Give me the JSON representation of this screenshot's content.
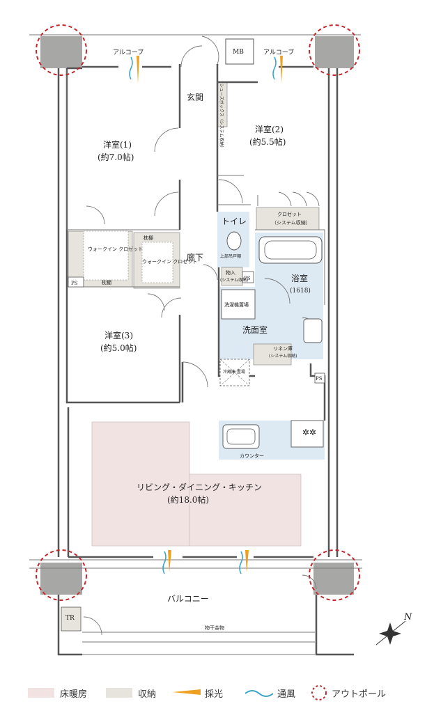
{
  "rooms": {
    "alcove_left": "アルコーブ",
    "alcove_right": "アルコーブ",
    "mb": "MB",
    "genkan": "玄関",
    "shoes_box": "シューズボックス（システム収納）",
    "western1_name": "洋室(1)",
    "western1_size": "(約7.0帖)",
    "western2_name": "洋室(2)",
    "western2_size": "(約5.5帖)",
    "western3_name": "洋室(3)",
    "western3_size": "(約5.0帖)",
    "wic1": "ウォークイン\nクロゼット",
    "wic2": "ウォークイン\nクロゼット",
    "shelf": "枕棚",
    "closet": "クロゼット",
    "closet_sys": "（システム収納）",
    "toilet": "トイレ",
    "upper_storage": "上部吊戸棚",
    "storage": "物入",
    "storage_sys": "(システム収納)",
    "ps": "PS",
    "corridor": "廊下",
    "bath": "浴室",
    "bath_size": "(1618)",
    "washer": "洗濯機置場",
    "washroom": "洗面室",
    "linen": "リネン庫",
    "linen_sys": "(システム収納)",
    "fridge": "冷蔵庫\n置場",
    "counter": "カウンター",
    "ldk_name": "リビング・ダイニング・キッチン",
    "ldk_size": "(約18.0帖)",
    "balcony": "バルコニー",
    "tr": "TR",
    "dryer": "物干金物",
    "north": "N"
  },
  "legend": [
    {
      "label": "床暖房",
      "color": "#f2e3e3"
    },
    {
      "label": "収納",
      "color": "#e6e4dc"
    },
    {
      "label": "採光",
      "color": "#f0a020"
    },
    {
      "label": "通風",
      "color": "#3aa3c8"
    },
    {
      "label": "アウトポール",
      "color": "#c0272d"
    }
  ],
  "colors": {
    "floor_heating": "#f2e3e3",
    "storage": "#e6e4dc",
    "wet_area": "#dde9f3",
    "pillar": "#a7a8a6",
    "wall": "#555555",
    "outpole": "#c0272d",
    "light": "#f0a020",
    "wind": "#3aa3c8"
  }
}
